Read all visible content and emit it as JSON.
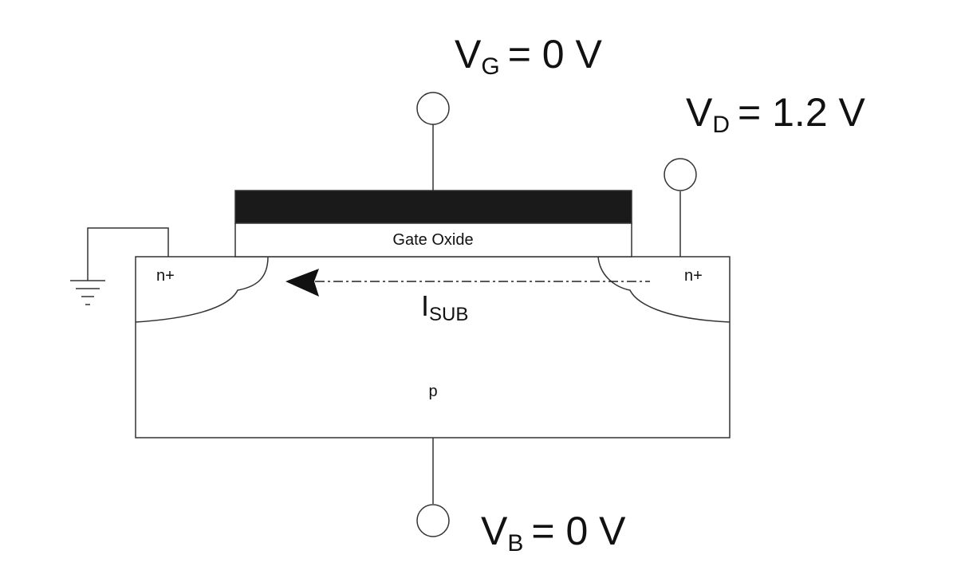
{
  "diagram": {
    "title": "NMOS transistor substrate current (off-state)",
    "labels": {
      "gate_voltage": {
        "symbol": "V",
        "subscript": "G",
        "value": "= 0 V"
      },
      "drain_voltage": {
        "symbol": "V",
        "subscript": "D",
        "value": "= 1.2 V"
      },
      "bulk_voltage": {
        "symbol": "V",
        "subscript": "B",
        "value": "= 0 V"
      },
      "gate_oxide": "Gate Oxide",
      "source_region": "n+",
      "drain_region": "n+",
      "substrate": "p",
      "current": {
        "symbol": "I",
        "subscript": "SUB"
      }
    },
    "colors": {
      "line": "#333333",
      "gate": "#1a1a1a",
      "background": "#ffffff"
    }
  }
}
